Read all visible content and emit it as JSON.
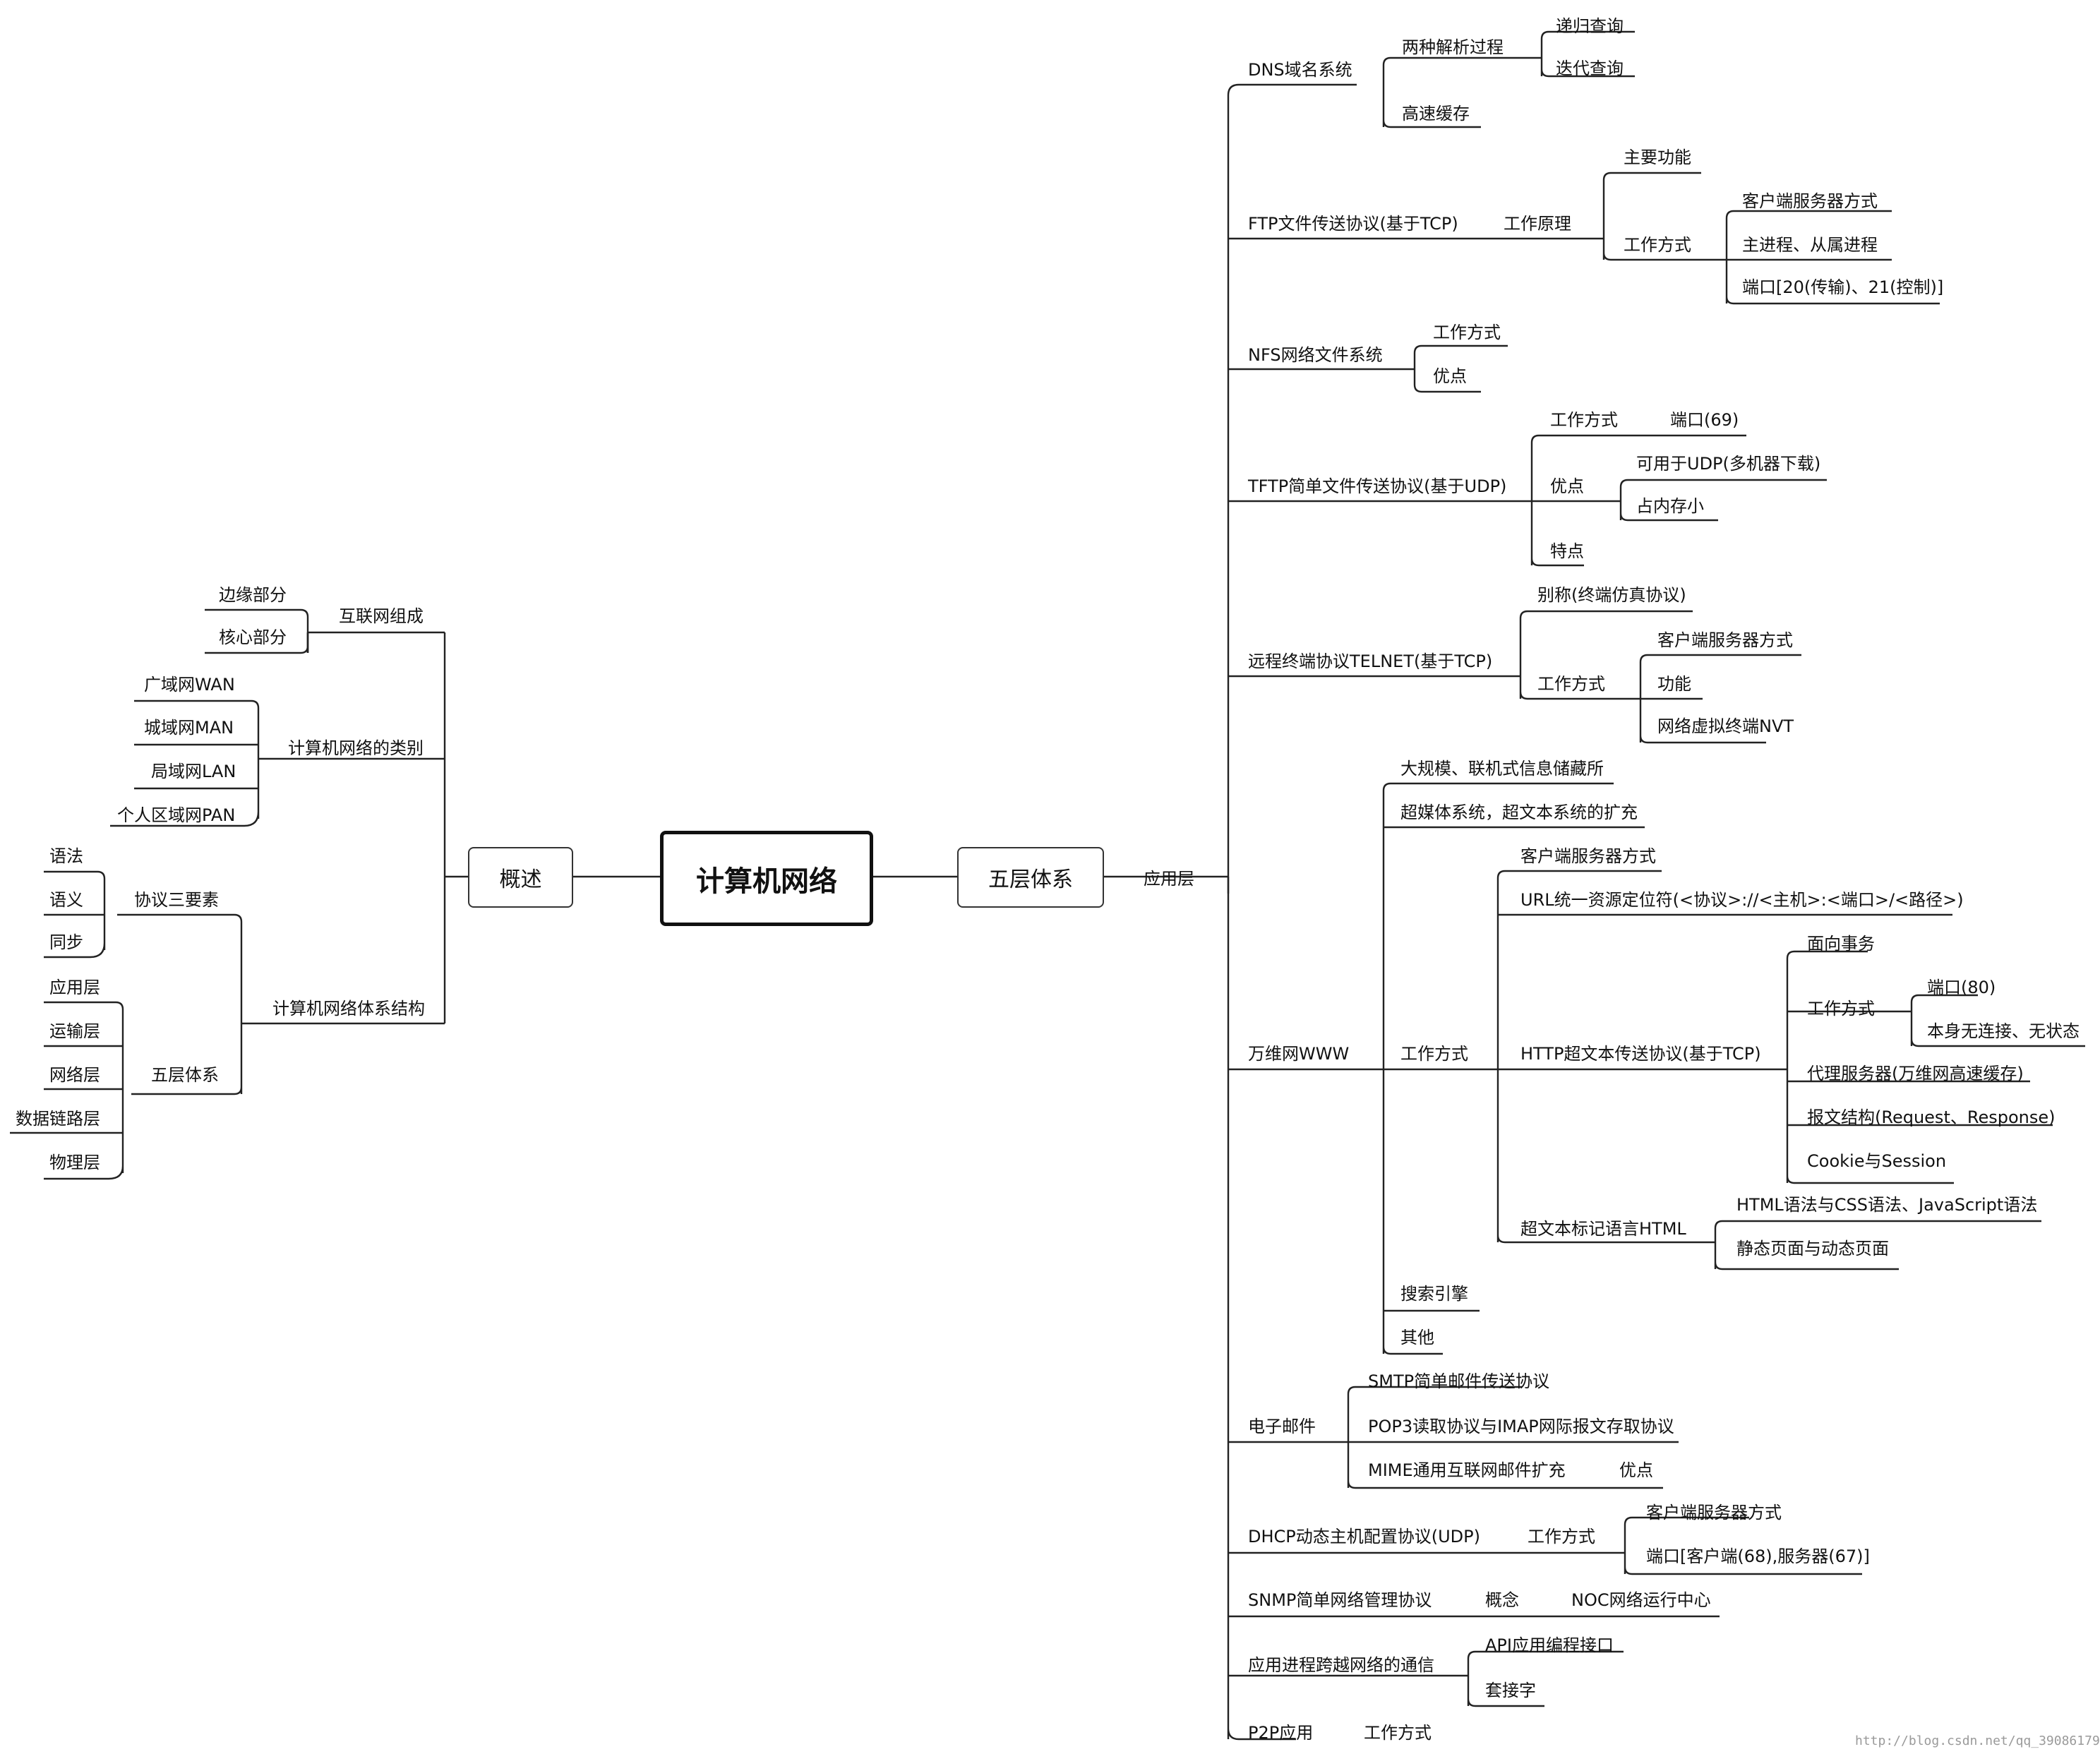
{
  "diagram": {
    "root": "计算机网络",
    "branches": {
      "left": "概述",
      "right": "五层体系"
    },
    "overview": {
      "internet_composition": {
        "label": "互联网组成",
        "items": [
          "边缘部分",
          "核心部分"
        ]
      },
      "network_types": {
        "label": "计算机网络的类别",
        "items": [
          "广域网WAN",
          "城域网MAN",
          "局域网LAN",
          "个人区域网PAN"
        ]
      },
      "architecture": {
        "label": "计算机网络体系结构",
        "protocol_elements": {
          "label": "协议三要素",
          "items": [
            "语法",
            "语义",
            "同步"
          ]
        },
        "five_layers": {
          "label": "五层体系",
          "items": [
            "应用层",
            "运输层",
            "网络层",
            "数据链路层",
            "物理层"
          ]
        }
      }
    },
    "application_layer": {
      "label": "应用层",
      "dns": {
        "label": "DNS域名系统",
        "resolve": "两种解析过程",
        "recursive": "递归查询",
        "iterative": "迭代查询",
        "cache": "高速缓存"
      },
      "ftp": {
        "label": "FTP文件传送协议(基于TCP)",
        "principle": "工作原理",
        "main_function": "主要功能",
        "mode": "工作方式",
        "cs": "客户端服务器方式",
        "process": "主进程、从属进程",
        "ports": "端口[20(传输)、21(控制)]"
      },
      "nfs": {
        "label": "NFS网络文件系统",
        "mode": "工作方式",
        "pros": "优点"
      },
      "tftp": {
        "label": "TFTP简单文件传送协议(基于UDP)",
        "mode": "工作方式",
        "port": "端口(69)",
        "pros": "优点",
        "udp": "可用于UDP(多机器下载)",
        "memory": "占内存小",
        "features": "特点"
      },
      "telnet": {
        "label": "远程终端协议TELNET(基于TCP)",
        "alias": "别称(终端仿真协议)",
        "mode": "工作方式",
        "cs": "客户端服务器方式",
        "function": "功能",
        "nvt": "网络虚拟终端NVT"
      },
      "www": {
        "label": "万维网WWW",
        "info_store": "大规模、联机式信息储藏所",
        "hypermedia": "超媒体系统，超文本系统的扩充",
        "mode": "工作方式",
        "cs": "客户端服务器方式",
        "url": "URL统一资源定位符(<协议>://<主机>:<端口>/<路径>)",
        "http": {
          "label": "HTTP超文本传送协议(基于TCP)",
          "transaction": "面向事务",
          "mode": "工作方式",
          "port": "端口(80)",
          "stateless": "本身无连接、无状态",
          "proxy": "代理服务器(万维网高速缓存)",
          "message": "报文结构(Request、Response)",
          "cookie": "Cookie与Session"
        },
        "html": {
          "label": "超文本标记语言HTML",
          "syntax": "HTML语法与CSS语法、JavaScript语法",
          "pages": "静态页面与动态页面"
        },
        "search": "搜索引擎",
        "other": "其他"
      },
      "email": {
        "label": "电子邮件",
        "smtp": "SMTP简单邮件传送协议",
        "pop3": "POP3读取协议与IMAP网际报文存取协议",
        "mime": "MIME通用互联网邮件扩充",
        "pros": "优点"
      },
      "dhcp": {
        "label": "DHCP动态主机配置协议(UDP)",
        "mode": "工作方式",
        "cs": "客户端服务器方式",
        "ports": "端口[客户端(68),服务器(67)]"
      },
      "snmp": {
        "label": "SNMP简单网络管理协议",
        "concept": "概念",
        "noc": "NOC网络运行中心"
      },
      "socket_comm": {
        "label": "应用进程跨越网络的通信",
        "api": "API应用编程接口",
        "socket": "套接字"
      },
      "p2p": {
        "label": "P2P应用",
        "mode": "工作方式"
      }
    }
  },
  "watermark": "http://blog.csdn.net/qq_39086179"
}
